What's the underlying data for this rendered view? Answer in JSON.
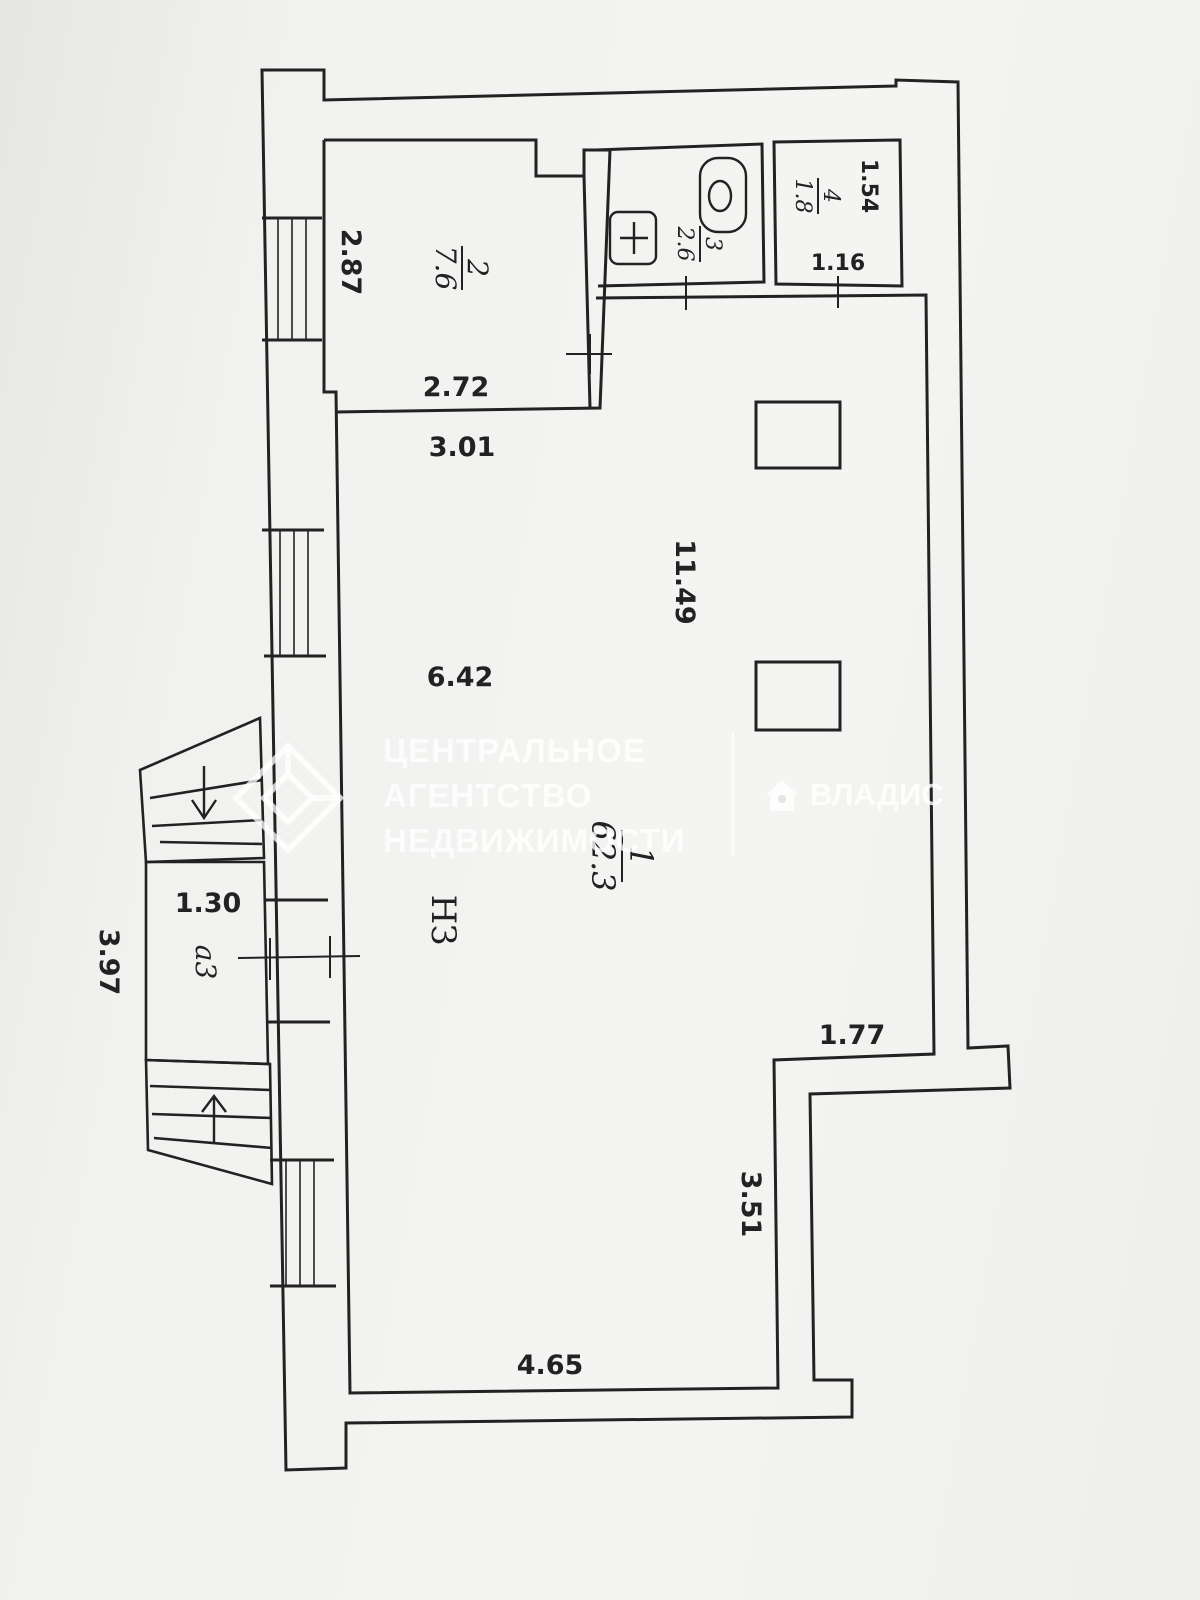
{
  "dimensions": {
    "d_287": "2.87",
    "d_272": "2.72",
    "d_301": "3.01",
    "d_1149": "11.49",
    "d_642": "6.42",
    "d_130": "1.30",
    "d_397": "3.97",
    "d_177": "1.77",
    "d_351": "3.51",
    "d_465": "4.65",
    "d_154": "1.54",
    "d_116": "1.16"
  },
  "rooms": {
    "room_1": {
      "number": "1",
      "area": "62.3"
    },
    "room_2": {
      "number": "2",
      "area": "7.6"
    },
    "room_3": {
      "number": "3",
      "area": "2.6"
    },
    "room_4": {
      "number": "4",
      "area": "1.8"
    },
    "porch": {
      "label": "a3"
    },
    "floor_mark": "НЗ"
  },
  "watermark": {
    "agency_lines": [
      "ЦЕНТРАЛЬНОЕ",
      "АГЕНТСТВО",
      "НЕДВИЖИМОСТИ"
    ],
    "brand": "ВЛАДИС"
  },
  "colors": {
    "ink": "#222222",
    "paper": "#f2f2f0",
    "watermark": "#ffffff"
  }
}
